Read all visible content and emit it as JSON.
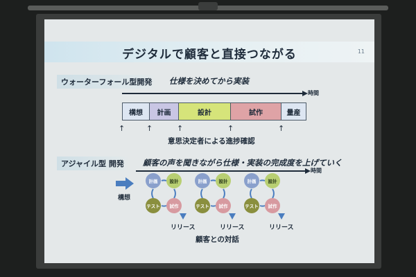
{
  "slide": {
    "title": "デジタルで顧客と直接つながる",
    "page_number": "11"
  },
  "waterfall": {
    "label": "ウォーターフォール型開発",
    "subtitle": "仕様を決めてから実装",
    "axis_label": "時間",
    "phases": [
      {
        "label": "構想",
        "color": "#dde6f2"
      },
      {
        "label": "計画",
        "color": "#c9c6e4"
      },
      {
        "label": "設計",
        "color": "#d6e47a"
      },
      {
        "label": "試作",
        "color": "#dfa3a6"
      },
      {
        "label": "量産",
        "color": "#dde6f2"
      }
    ],
    "checkpoint_marker": "↑",
    "checkpoint_caption": "意思決定者による進捗確認"
  },
  "agile": {
    "label": "アジャイル型 開発",
    "subtitle": "顧客の声を聞きながら仕様・実装の完成度を上げていく",
    "axis_label": "時間",
    "start_label": "構想",
    "cycle_labels": {
      "plan": "計画",
      "design": "設計",
      "test": "テスト",
      "build": "試作"
    },
    "release_label": "リリース",
    "caption": "顧客との対話",
    "arrow_color": "#4a7dbf"
  }
}
